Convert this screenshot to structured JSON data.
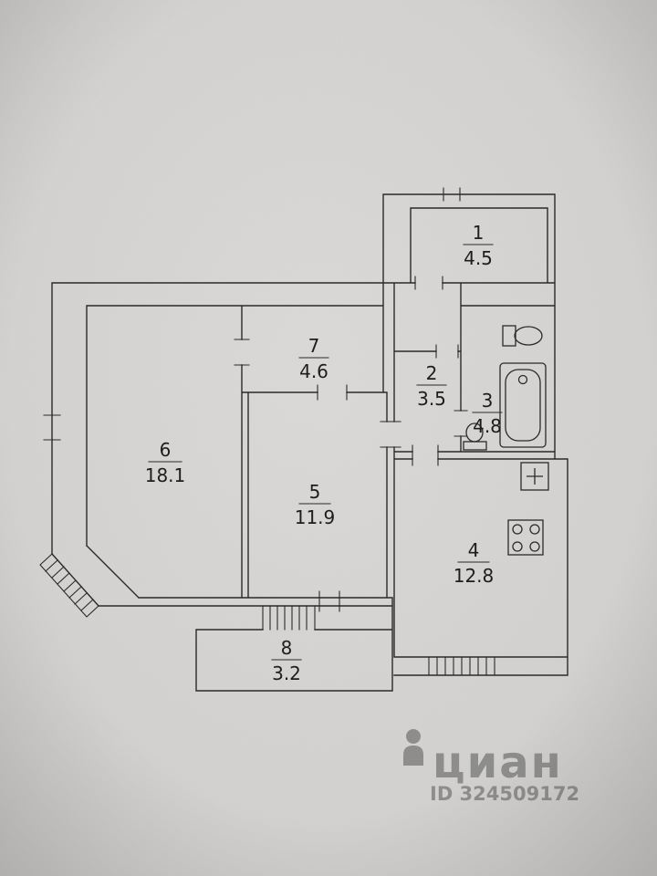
{
  "plan": {
    "rooms": [
      {
        "number": "1",
        "area": "4.5"
      },
      {
        "number": "7",
        "area": "4.6"
      },
      {
        "number": "2",
        "area": "3.5"
      },
      {
        "number": "3",
        "area": "4.8"
      },
      {
        "number": "6",
        "area": "18.1"
      },
      {
        "number": "5",
        "area": "11.9"
      },
      {
        "number": "4",
        "area": "12.8"
      },
      {
        "number": "8",
        "area": "3.2"
      }
    ],
    "fixtures": [
      "bathtub",
      "wash-basin",
      "toilet",
      "kitchen-sink",
      "stove"
    ]
  },
  "watermark": {
    "brand": "циан",
    "id": "ID 324509172"
  },
  "colors": {
    "paper": "#d4d3d1",
    "line": "#2a2a2a",
    "watermark": "#7d7d7b"
  }
}
